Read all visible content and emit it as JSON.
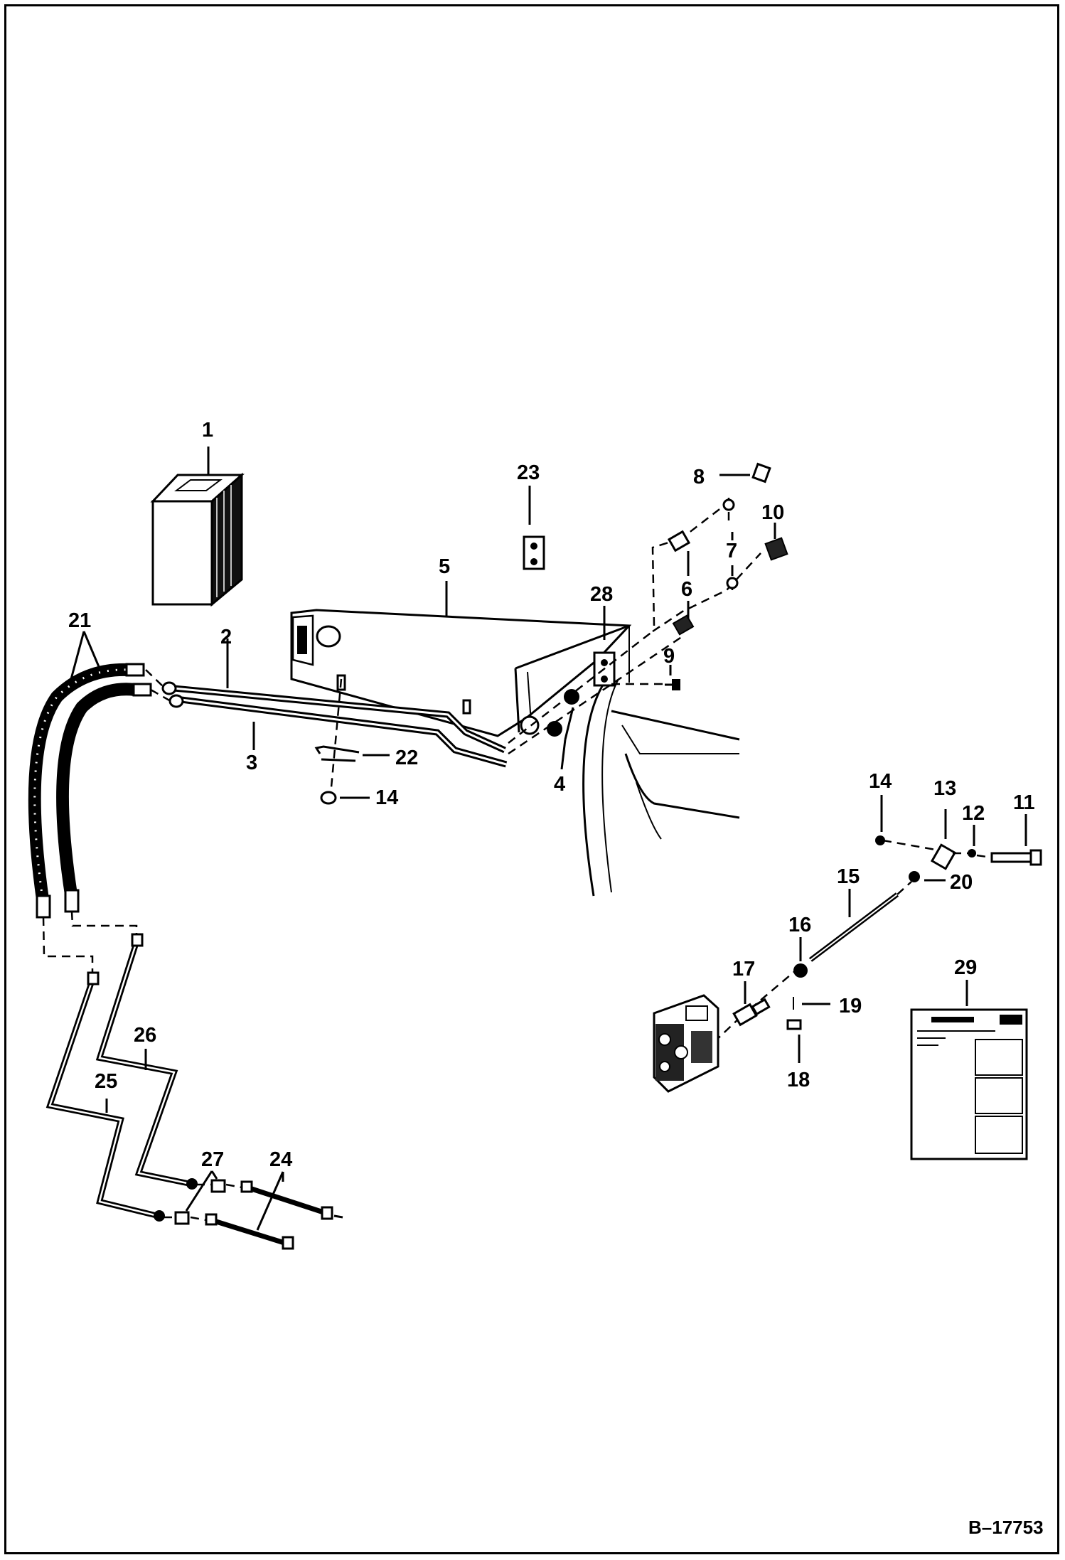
{
  "figure_id": "B–17753",
  "callouts": [
    "1",
    "2",
    "3",
    "4",
    "5",
    "6",
    "7",
    "8",
    "9",
    "10",
    "11",
    "12",
    "13",
    "14",
    "14",
    "15",
    "16",
    "17",
    "18",
    "19",
    "20",
    "21",
    "22",
    "23",
    "24",
    "25",
    "26",
    "27",
    "28",
    "29"
  ]
}
